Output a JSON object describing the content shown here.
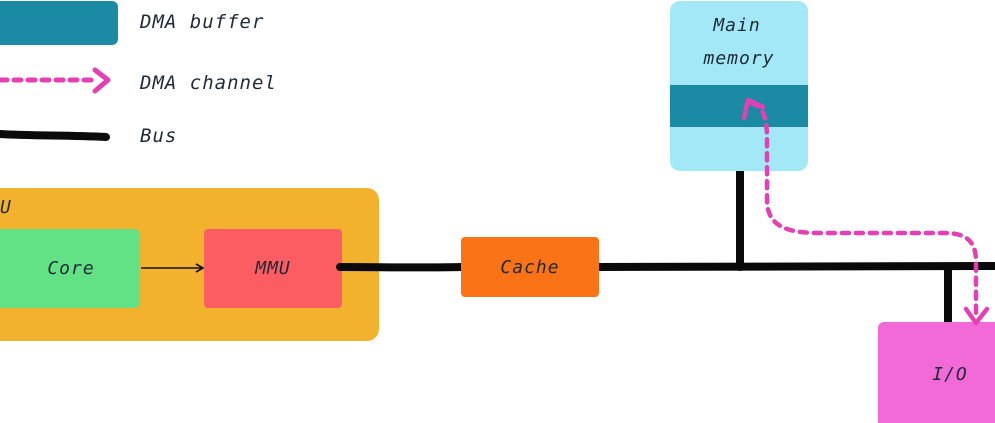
{
  "legend": {
    "dma_buffer": "DMA buffer",
    "dma_channel": "DMA channel",
    "bus": "Bus"
  },
  "nodes": {
    "cpu_label": "U",
    "core": "Core",
    "mmu": "MMU",
    "cache": "Cache",
    "main_memory_line1": "Main",
    "main_memory_line2": "memory",
    "io": "I/O"
  },
  "colors": {
    "dma_buffer": "#1a8aa5",
    "dma_channel": "#e63fb4",
    "bus": "#0a0a0a",
    "cpu_bg": "#f3b22d",
    "core_bg": "#62e285",
    "mmu_bg": "#fc5d63",
    "cache_bg": "#fb7317",
    "main_memory_bg": "#a3e8f7",
    "io_bg": "#f26ad8"
  }
}
